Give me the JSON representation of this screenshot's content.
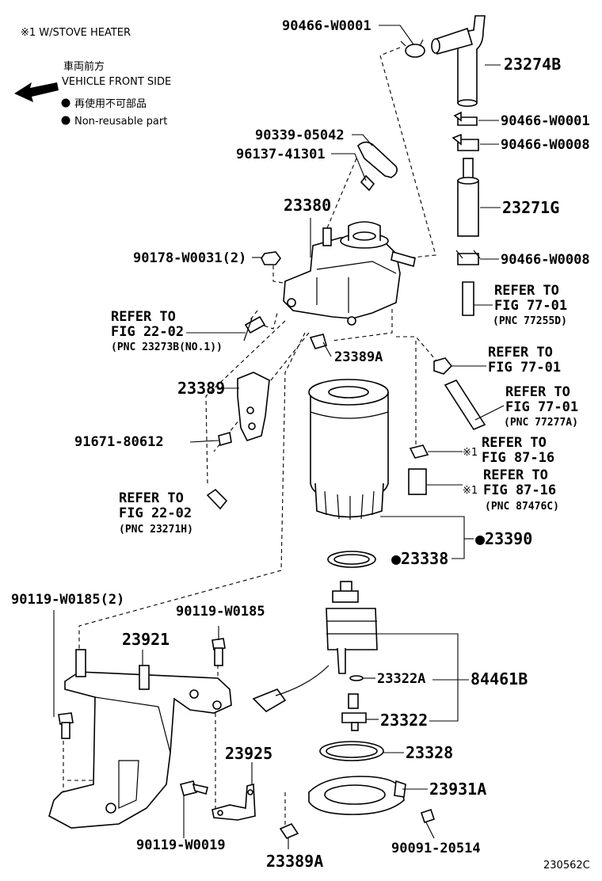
{
  "legend": {
    "stove_note": "※1 W/STOVE HEATER",
    "front_jp": "車両前方",
    "front_en": "VEHICLE FRONT SIDE",
    "nonreuse_jp": "再使用不可部品",
    "nonreuse_en": "Non-reusable part"
  },
  "parts": {
    "p90466_w0001_top": "90466-W0001",
    "p23274b": "23274B",
    "p90466_w0001": "90466-W0001",
    "p90466_w0008_a": "90466-W0008",
    "p23271g": "23271G",
    "p90466_w0008_b": "90466-W0008",
    "p90339": "90339-05042",
    "p96137": "96137-41301",
    "p23380": "23380",
    "p90178": "90178-W0031(2)",
    "p23389a_top": "23389A",
    "p23389": "23389",
    "p91671": "91671-80612",
    "p23390": "●23390",
    "p23338": "●23338",
    "p90119_w0185_2": "90119-W0185(2)",
    "p90119_w0185": "90119-W0185",
    "p23921": "23921",
    "p23322a": "23322A",
    "p84461b": "84461B",
    "p23322": "23322",
    "p23328": "23328",
    "p23925": "23925",
    "p23931a": "23931A",
    "p90119_w0019": "90119-W0019",
    "p90091": "90091-20514",
    "p23389a_bot": "23389A"
  },
  "refs": {
    "r1": {
      "l1": "REFER TO",
      "l2": "FIG 77-01",
      "l3": "(PNC 77255D)"
    },
    "r2": {
      "l1": "REFER TO",
      "l2": "FIG 22-02",
      "l3": "(PNC 23273B(NO.1))"
    },
    "r3": {
      "l1": "REFER TO",
      "l2": "FIG 77-01"
    },
    "r4": {
      "l1": "REFER TO",
      "l2": "FIG 77-01",
      "l3": "(PNC 77277A)"
    },
    "r5": {
      "l1": "REFER TO",
      "l2": "FIG 87-16",
      "mark": "※1"
    },
    "r6": {
      "l1": "REFER TO",
      "l2": "FIG 87-16",
      "l3": "(PNC 87476C)",
      "mark": "※1"
    },
    "r7": {
      "l1": "REFER TO",
      "l2": "FIG 22-02",
      "l3": "(PNC 23271H)"
    }
  },
  "figure_id": "230562C"
}
